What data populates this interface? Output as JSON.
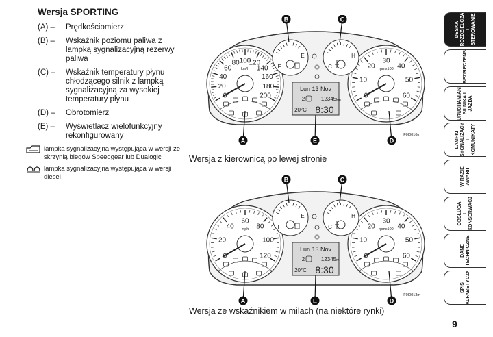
{
  "section_title": "Wersja SPORTING",
  "legend": [
    {
      "key": "(A) –",
      "text": "Prędkościomierz"
    },
    {
      "key": "(B) –",
      "text": "Wskaźnik poziomu paliwa z lampką sygnalizacyjną rezerwy paliwa"
    },
    {
      "key": "(C) –",
      "text": "Wskaźnik temperatury płynu chłodzącego silnik z lampką sygnalizacyjną za wysokiej temperatury płynu"
    },
    {
      "key": "(D) –",
      "text": "Obrotomierz"
    },
    {
      "key": "(E) –",
      "text": "Wyświetlacz wielofunkcyjny rekonfigurowany"
    }
  ],
  "notes": [
    {
      "icon": "speedgear-warning-icon",
      "text": "lampka sygnalizacyjna występująca w wersji ze skrzynią biegów Speedgear lub Dualogic"
    },
    {
      "icon": "glow-plug-icon",
      "text": "lampka sygnalizacyjna występująca w wersji diesel"
    }
  ],
  "dashboards": [
    {
      "caption": "Wersja z kierownicą po lewej stronie",
      "figure_code": "F0I0010m",
      "callouts": [
        "A",
        "B",
        "C",
        "D",
        "E"
      ],
      "speedo_ticks": [
        "0",
        "20",
        "40",
        "60",
        "80",
        "100",
        "120",
        "140",
        "160",
        "180",
        "200"
      ],
      "speedo_unit": "km/h",
      "tacho_ticks": [
        "0",
        "10",
        "20",
        "30",
        "40",
        "50",
        "60"
      ],
      "tacho_unit": "rpmx100",
      "fuel_labels": [
        "F",
        "E"
      ],
      "temp_labels": [
        "C",
        "H"
      ],
      "display_day": "Lun 13 Nov",
      "display_trip": "12345",
      "display_unit": "km",
      "display_temp": "20°C",
      "display_time": "8:30",
      "gear_indicator": "2"
    },
    {
      "caption": "Wersja ze wskaźnikiem w milach (na niektóre rynki)",
      "figure_code": "F0I0013m",
      "callouts": [
        "A",
        "B",
        "C",
        "D",
        "E"
      ],
      "speedo_ticks": [
        "0",
        "20",
        "40",
        "60",
        "80",
        "100",
        "120"
      ],
      "speedo_unit": "mph",
      "tacho_ticks": [
        "0",
        "10",
        "20",
        "30",
        "40",
        "50",
        "60"
      ],
      "tacho_unit": "rpmx100",
      "fuel_labels": [
        "F",
        "E"
      ],
      "temp_labels": [
        "C",
        "H"
      ],
      "display_day": "Lun 13 Nov",
      "display_trip": "12345",
      "display_unit": "m",
      "display_temp": "20°C",
      "display_time": "8:30",
      "gear_indicator": "2"
    }
  ],
  "sidebar_tabs": [
    {
      "label": "DESKA\nROZDZIELCZA\nI STEROWANIE",
      "active": true
    },
    {
      "label": "BEZPIECZEŃSTWO",
      "active": false
    },
    {
      "label": "URUCHAMIANIE\nSILNIKA I JAZDA",
      "active": false
    },
    {
      "label": "LAMPKI\nSYGNALIZACYJNE\nI KOMUNIKATY",
      "active": false
    },
    {
      "label": "W RAZIE\nAWARII",
      "active": false
    },
    {
      "label": "OBSŁUGA\nI KONSERWACJA",
      "active": false
    },
    {
      "label": "DANE\nTECHNICZNE",
      "active": false
    },
    {
      "label": "SPIS\nALFABETYCZNY",
      "active": false
    }
  ],
  "page_number": "9"
}
